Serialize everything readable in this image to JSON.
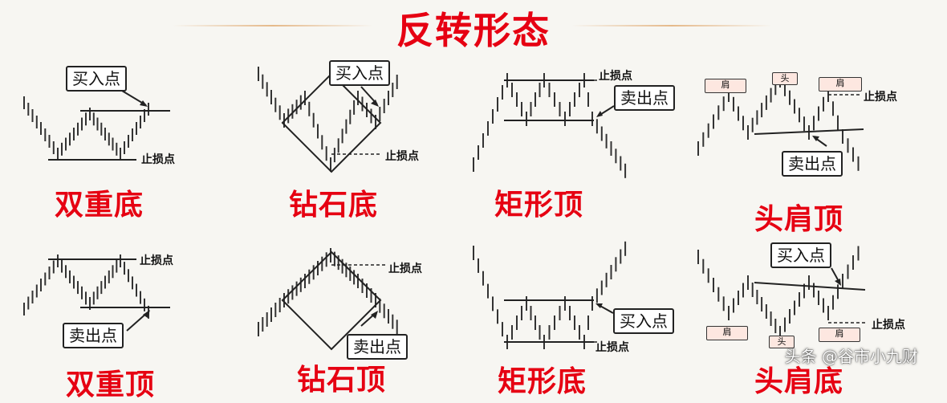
{
  "title": "反转形态",
  "watermark": "头条 @谷市小九财",
  "colors": {
    "accent": "#e60012",
    "line": "#222222"
  },
  "labels": {
    "buy": "买入点",
    "sell": "卖出点",
    "stop": "止损点",
    "shoulder": "肩",
    "head": "头"
  },
  "patterns": [
    {
      "name": "双重底"
    },
    {
      "name": "钻石底"
    },
    {
      "name": "矩形顶"
    },
    {
      "name": "头肩顶"
    },
    {
      "name": "双重顶"
    },
    {
      "name": "钻石顶"
    },
    {
      "name": "矩形底"
    },
    {
      "name": "头肩底"
    }
  ]
}
